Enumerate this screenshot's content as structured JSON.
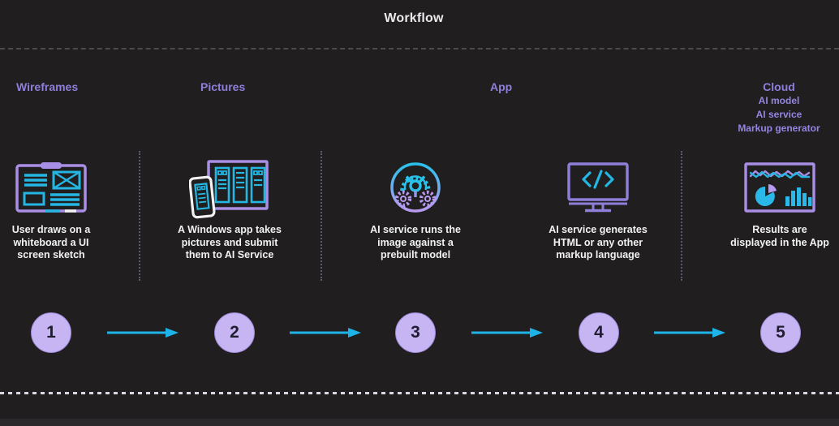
{
  "title": "Workflow",
  "sections": [
    {
      "label": "Wireframes"
    },
    {
      "label": "Pictures"
    },
    {
      "label": "App"
    },
    {
      "label": "Cloud",
      "sub_items": [
        "AI model",
        "AI service",
        "Markup generator"
      ]
    }
  ],
  "steps": [
    {
      "number": "1",
      "icon": "whiteboard-sketch-icon",
      "caption": "User draws on a\nwhiteboard a UI\nscreen sketch"
    },
    {
      "number": "2",
      "icon": "phone-pictures-icon",
      "caption": "A Windows app takes\npictures and submit\nthem to AI Service"
    },
    {
      "number": "3",
      "icon": "ai-gears-icon",
      "caption": "AI service runs the\nimage against a\nprebuilt model"
    },
    {
      "number": "4",
      "icon": "code-monitor-icon",
      "caption": "AI service generates\nHTML or any other\nmarkup language"
    },
    {
      "number": "5",
      "icon": "results-dashboard-icon",
      "caption": "Results are\ndisplayed in the App"
    }
  ],
  "colors": {
    "background": "#201e1f",
    "accent_purple": "#8f7fdb",
    "icon_purple": "#a98ee6",
    "accent_cyan": "#25b6e3",
    "circle_fill": "#c7b4f2",
    "caption_text": "#f2f2f2"
  }
}
